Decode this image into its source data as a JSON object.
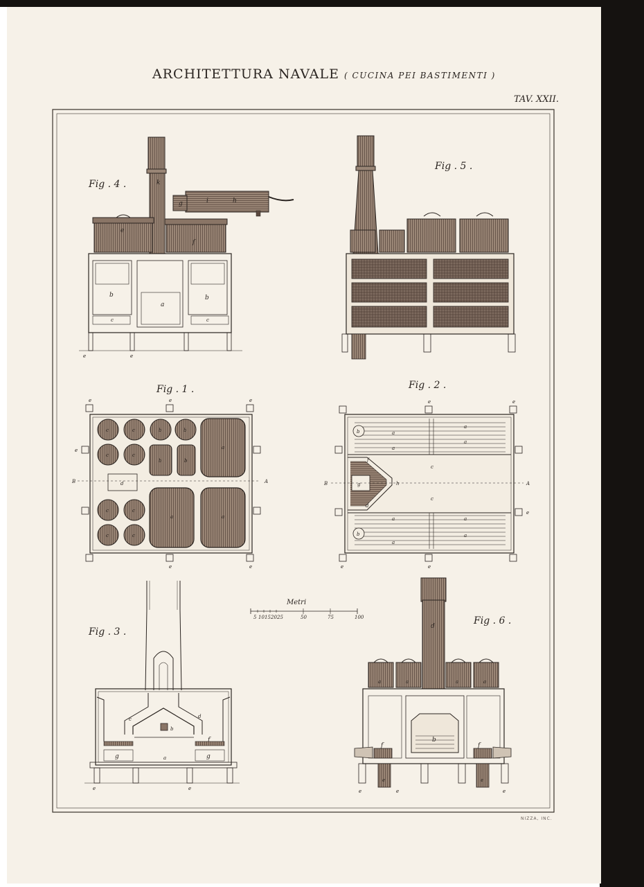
{
  "plate": {
    "title": "ARCHITETTURA NAVALE",
    "subtitle": "( CUCINA PEI BASTIMENTI )",
    "number": "TAV. XXII.",
    "engraver": "NIZZA, INC."
  },
  "figures": {
    "fig1": "Fig . 1 .",
    "fig2": "Fig . 2 .",
    "fig3": "Fig . 3 .",
    "fig4": "Fig . 4 .",
    "fig5": "Fig . 5 .",
    "fig6": "Fig . 6 ."
  },
  "section_marks": {
    "a": "A",
    "b": "B"
  },
  "letters": {
    "a": "a",
    "b": "b",
    "c": "c",
    "d": "d",
    "e": "e",
    "f": "f",
    "g": "g",
    "h": "h",
    "i": "i",
    "k": "k"
  },
  "scale": {
    "title": "Metri",
    "ticks": [
      "5",
      "10",
      "15",
      "20",
      "25",
      "50",
      "75",
      "100"
    ]
  },
  "colors": {
    "paper": "#f6f1e8",
    "ink": "#2a2420",
    "metal": "#8a7566",
    "background": "#151210"
  }
}
